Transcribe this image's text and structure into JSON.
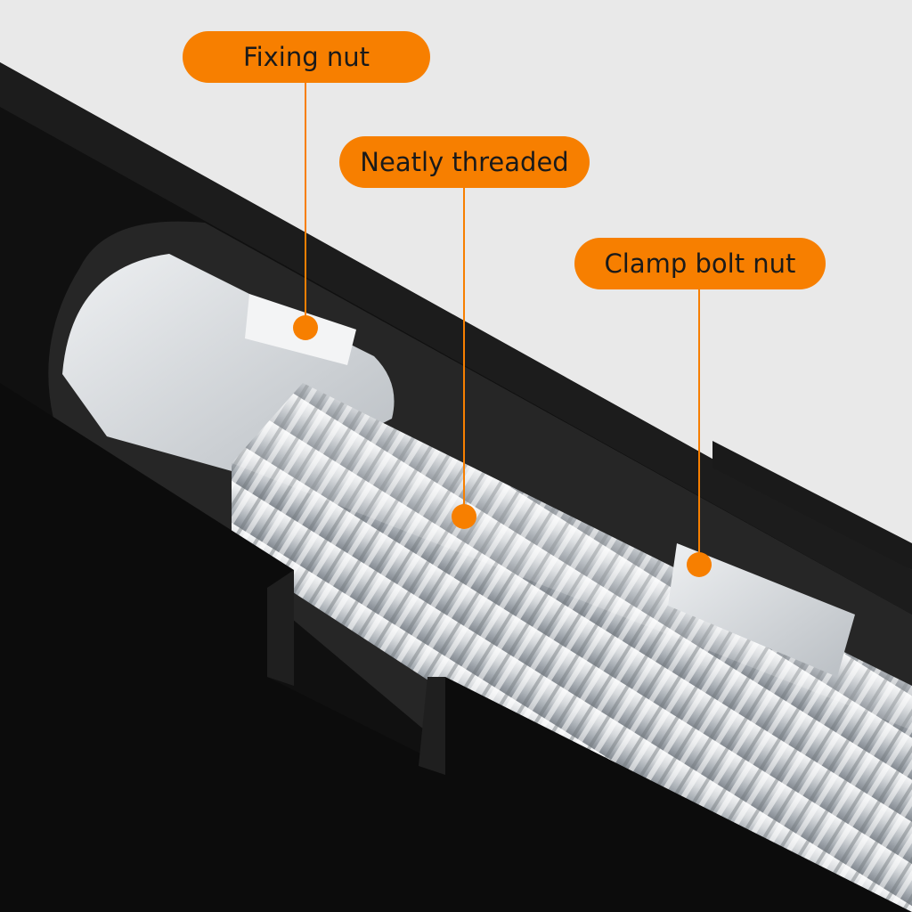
{
  "colors": {
    "accent": "#f77f00",
    "background": "#e9e9e9",
    "housing": "#0f0f0f",
    "metal": "#c9ccd0"
  },
  "illustration": {
    "subject": "threaded-rod-inside-black-tube-cutaway"
  },
  "callouts": [
    {
      "label": "Fixing nut"
    },
    {
      "label": "Neatly threaded"
    },
    {
      "label": "Clamp bolt nut"
    }
  ]
}
